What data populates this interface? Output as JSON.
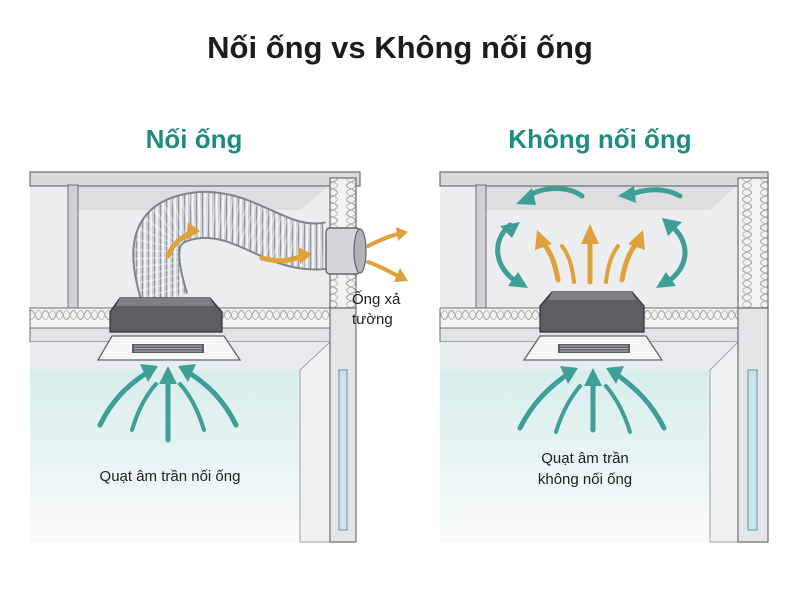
{
  "title": "Nối ống vs Không nối ống",
  "left_panel": {
    "subtitle": "Nối ống",
    "fan_label": "Quạt âm trần nối ống",
    "vent_label_line1": "Ống xả",
    "vent_label_line2": "tường"
  },
  "right_panel": {
    "subtitle": "Không nối ống",
    "fan_label_line1": "Quạt âm trần",
    "fan_label_line2": "không nối ống"
  },
  "colors": {
    "accent_teal": "#1e8c80",
    "arrow_teal": "#3f9f96",
    "arrow_orange": "#e0a03c",
    "room_tint": "#e3f1f1"
  }
}
